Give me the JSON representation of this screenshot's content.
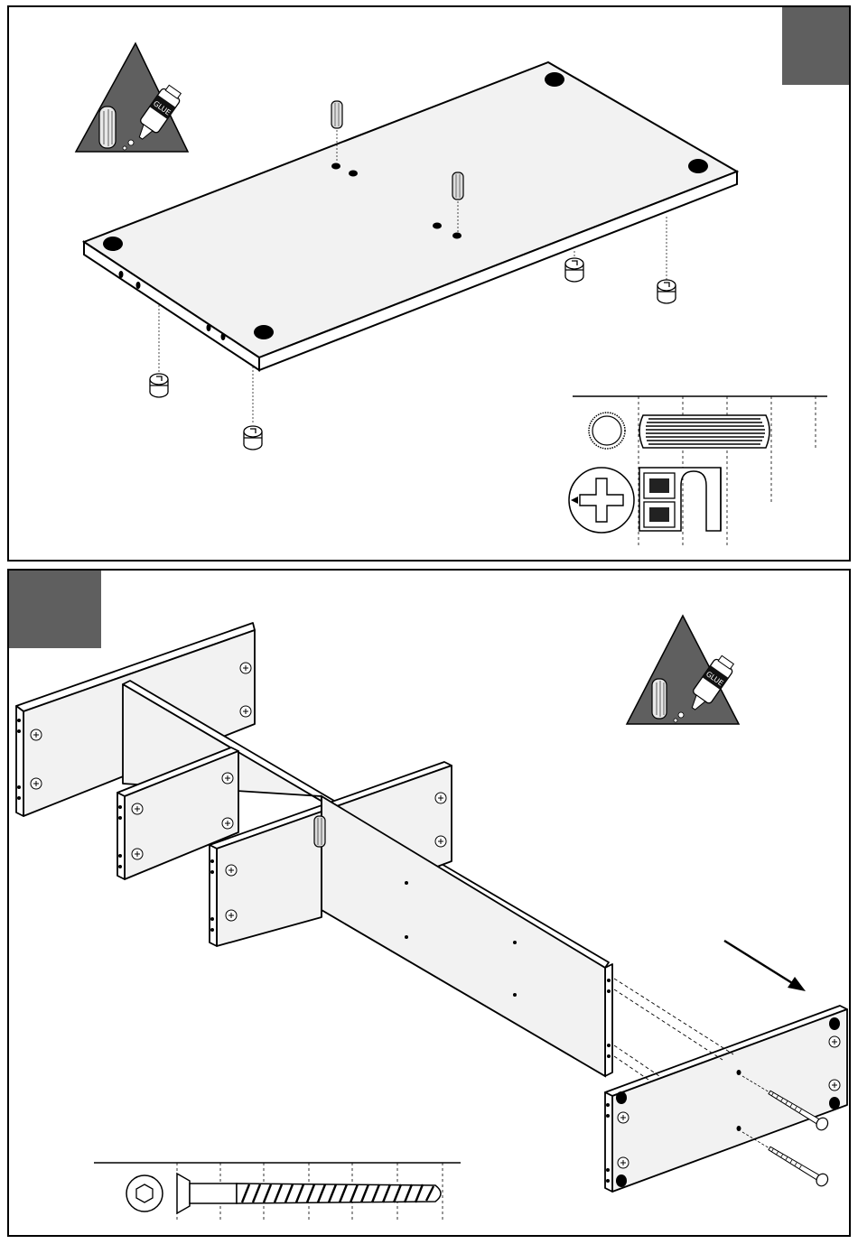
{
  "steps": [
    {
      "step_number": "",
      "warning_icon": "glue-warning-icon",
      "glue_label": "GLUE",
      "hardware": [
        "wood-dowel",
        "cam-lock-fitting"
      ]
    },
    {
      "step_number": "",
      "warning_icon": "glue-warning-icon",
      "glue_label": "GLUE",
      "hardware": [
        "hex-screw"
      ]
    }
  ],
  "colors": {
    "badge": "#5f5f5f",
    "line": "#000000",
    "panel_face": "#f1f1f1",
    "panel_edge": "#ffffff"
  }
}
